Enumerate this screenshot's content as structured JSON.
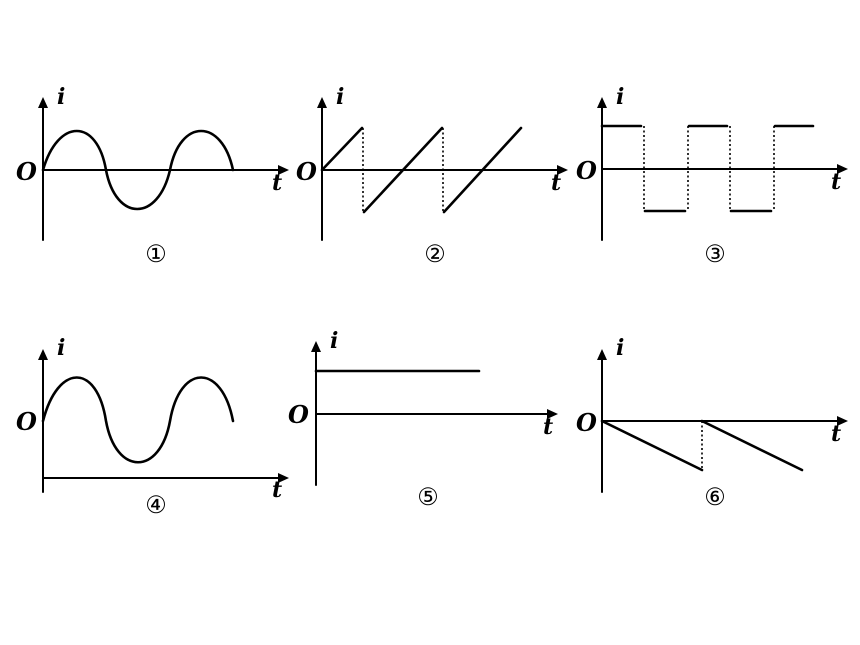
{
  "axis_labels": {
    "vertical": "i",
    "horizontal": "t",
    "origin": "O"
  },
  "graphs": [
    {
      "caption": "①",
      "waveform": "sine-wave"
    },
    {
      "caption": "②",
      "waveform": "sawtooth-wave"
    },
    {
      "caption": "③",
      "waveform": "square-wave"
    },
    {
      "caption": "④",
      "waveform": "offset-sine-wave"
    },
    {
      "caption": "⑤",
      "waveform": "constant-current"
    },
    {
      "caption": "⑥",
      "waveform": "negative-sawtooth-wave"
    }
  ]
}
